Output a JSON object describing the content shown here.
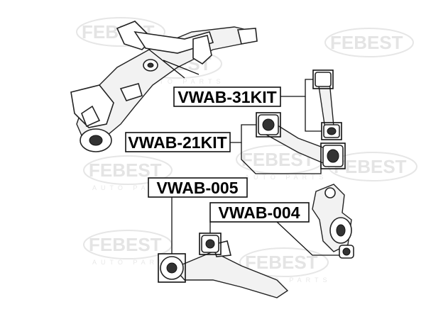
{
  "watermark": {
    "brand": "FEBEST",
    "sub": "AUTO PARTS"
  },
  "callouts": [
    {
      "id": "vwab-31kit",
      "label": "VWAB-31KIT"
    },
    {
      "id": "vwab-21kit",
      "label": "VWAB-21KIT"
    },
    {
      "id": "vwab-005",
      "label": "VWAB-005"
    },
    {
      "id": "vwab-004",
      "label": "VWAB-004"
    }
  ]
}
